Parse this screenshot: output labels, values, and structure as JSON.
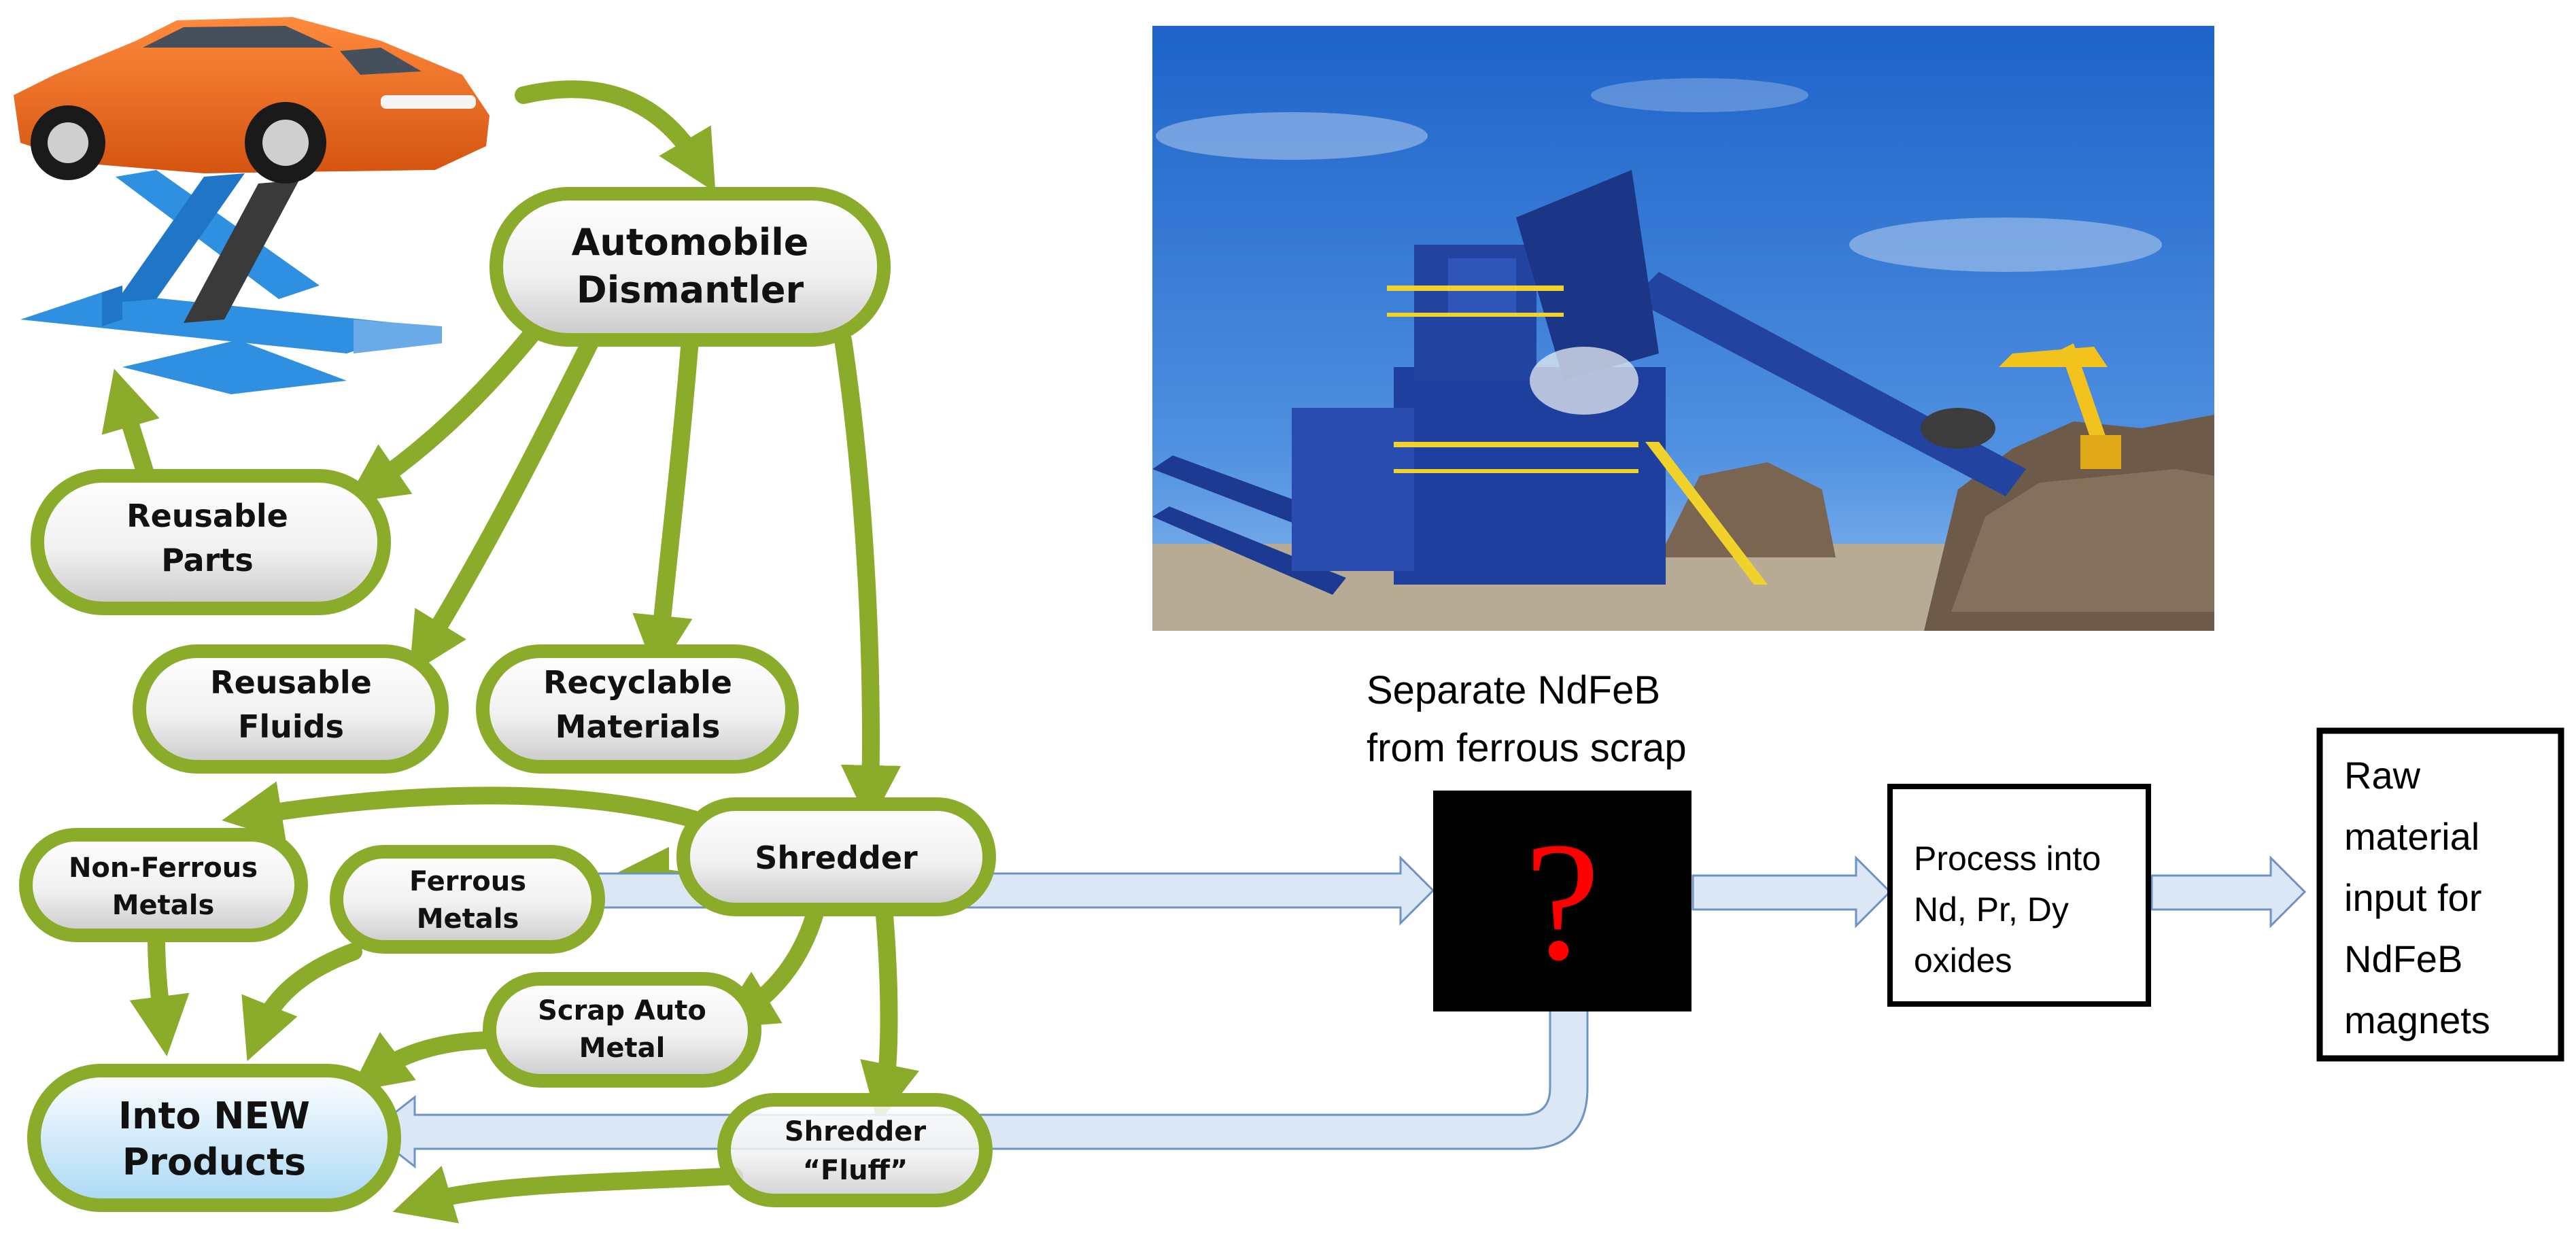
{
  "nodes": {
    "dismantler": [
      "Automobile",
      "Dismantler"
    ],
    "reusable_parts": [
      "Reusable",
      "Parts"
    ],
    "reusable_fluids": [
      "Reusable",
      "Fluids"
    ],
    "recyclable": [
      "Recyclable",
      "Materials"
    ],
    "nonferrous": [
      "Non-Ferrous",
      "Metals"
    ],
    "ferrous": [
      "Ferrous",
      "Metals"
    ],
    "shredder": "Shredder",
    "scrap": [
      "Scrap Auto",
      "Metal"
    ],
    "new_products": [
      "Into NEW",
      "Products"
    ],
    "fluff": [
      "Shredder",
      "“Fluff”"
    ]
  },
  "separate": {
    "label": [
      "Separate NdFeB",
      "from ferrous scrap"
    ],
    "symbol": "?"
  },
  "process": [
    "Process into",
    "Nd, Pr, Dy",
    "oxides"
  ],
  "raw": [
    "Raw",
    "material",
    "input for",
    "NdFeB",
    "magnets"
  ],
  "colors": {
    "green": "#8aac2a",
    "blue_arrow_fill": "#dbe7f5",
    "blue_arrow_stroke": "#6f93c3",
    "question": "#ff0000",
    "sky": "#2f75d6",
    "machine": "#1f3f9e"
  },
  "icons": {
    "car": "car-on-lift-illustration",
    "photo": "shredder-plant-photo"
  }
}
